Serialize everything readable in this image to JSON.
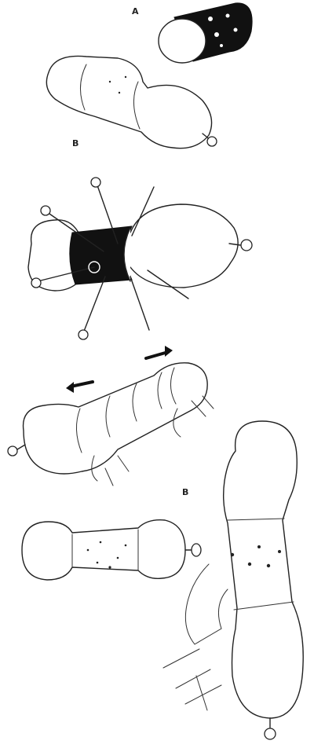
{
  "labels": {
    "step1_a": "A",
    "step1_b": "B",
    "step4_b": "B"
  },
  "colors": {
    "ink": "#222222",
    "fill": "#ffffff",
    "black_band": "#111111"
  }
}
